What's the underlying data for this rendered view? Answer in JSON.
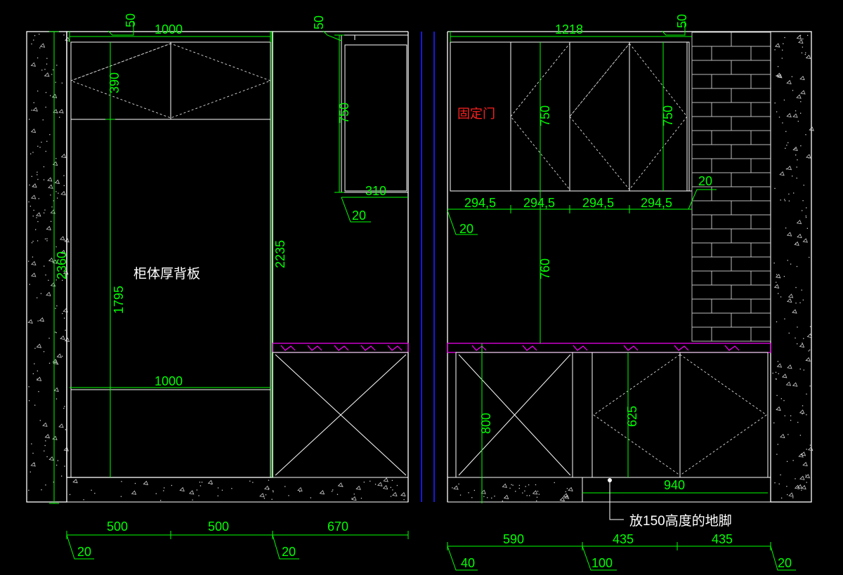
{
  "drawing": {
    "labels": {
      "back_panel": "柜体厚背板",
      "fixed_door": "固定门",
      "feet_note": "放150高度的地脚"
    },
    "dimensions": {
      "top_left_50": "50",
      "top_left_width": "1000",
      "top_mid_50": "50",
      "top_right_width": "1218",
      "top_right_50": "50",
      "left_upper_390": "390",
      "total_height": "2360",
      "left_lower_height": "1795",
      "mid_height": "2235",
      "left_inner_width": "1000",
      "small_cab_height": "750",
      "small_cab_width": "310",
      "small_cab_20": "20",
      "right_upper_750_a": "750",
      "right_upper_750_b": "750",
      "right_20_wall": "20",
      "right_20_below": "20",
      "door_w1": "294,5",
      "door_w2": "294,5",
      "door_w3": "294,5",
      "door_w4": "294,5",
      "gap_760": "760",
      "base_800": "800",
      "base_625": "625",
      "base_940": "940",
      "bottom_500_a": "500",
      "bottom_500_b": "500",
      "bottom_670": "670",
      "bottom_20_a": "20",
      "bottom_20_b": "20",
      "bottom_590": "590",
      "bottom_435_a": "435",
      "bottom_435_b": "435",
      "bottom_40": "40",
      "bottom_100": "100",
      "bottom_20_c": "20"
    }
  }
}
